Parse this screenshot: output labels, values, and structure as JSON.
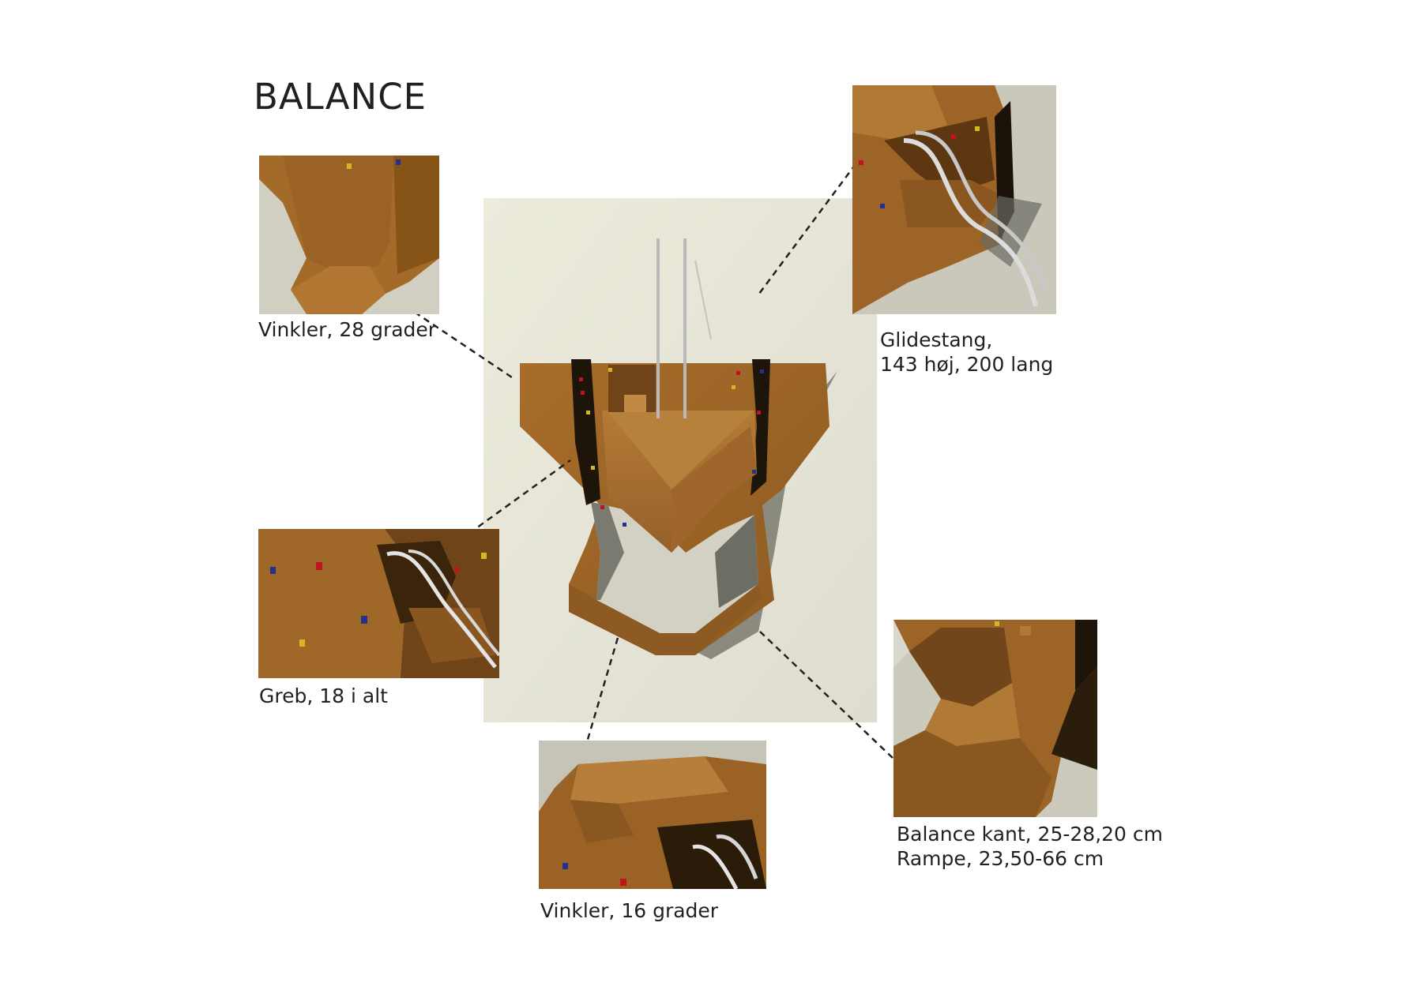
{
  "title": "BALANCE",
  "captions": {
    "tl": "Vinkler, 28 grader",
    "tr_line1": "Glidestang,",
    "tr_line2": "143 høj, 200 lang",
    "ml": "Greb, 18 i alt",
    "br_line1": "Balance kant, 25-28,20 cm",
    "br_line2": "Rampe, 23,50-66 cm",
    "bc": "Vinkler, 16 grader"
  },
  "colors": {
    "wood": "#9a6426",
    "wood_light": "#b27a33",
    "wood_dark": "#6e4416",
    "background_panel": "#e6e4d6",
    "hold_red": "#c0141c",
    "hold_blue": "#24318f",
    "hold_yellow": "#d4b81e"
  }
}
